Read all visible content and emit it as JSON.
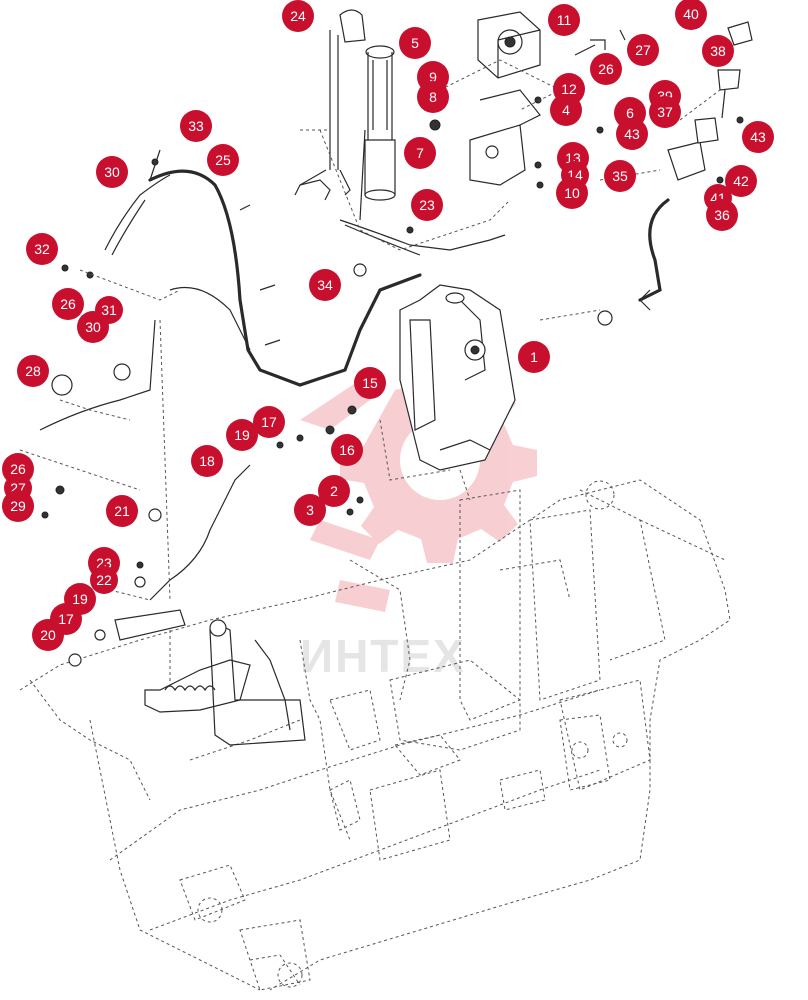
{
  "diagram": {
    "watermark_text": "ИНТЕХ",
    "accent_color": "#c8102e",
    "callouts": [
      {
        "label": "24"
      },
      {
        "label": "5"
      },
      {
        "label": "11"
      },
      {
        "label": "27"
      },
      {
        "label": "40"
      },
      {
        "label": "9"
      },
      {
        "label": "8"
      },
      {
        "label": "26"
      },
      {
        "label": "38"
      },
      {
        "label": "12"
      },
      {
        "label": "4"
      },
      {
        "label": "6"
      },
      {
        "label": "39"
      },
      {
        "label": "37"
      },
      {
        "label": "43"
      },
      {
        "label": "43"
      },
      {
        "label": "33"
      },
      {
        "label": "30"
      },
      {
        "label": "25"
      },
      {
        "label": "7"
      },
      {
        "label": "13"
      },
      {
        "label": "14"
      },
      {
        "label": "35"
      },
      {
        "label": "42"
      },
      {
        "label": "10"
      },
      {
        "label": "41"
      },
      {
        "label": "36"
      },
      {
        "label": "23"
      },
      {
        "label": "32"
      },
      {
        "label": "34"
      },
      {
        "label": "26"
      },
      {
        "label": "31"
      },
      {
        "label": "30"
      },
      {
        "label": "1"
      },
      {
        "label": "28"
      },
      {
        "label": "15"
      },
      {
        "label": "17"
      },
      {
        "label": "19"
      },
      {
        "label": "16"
      },
      {
        "label": "18"
      },
      {
        "label": "26"
      },
      {
        "label": "27"
      },
      {
        "label": "29"
      },
      {
        "label": "2"
      },
      {
        "label": "3"
      },
      {
        "label": "21"
      },
      {
        "label": "23"
      },
      {
        "label": "22"
      },
      {
        "label": "19"
      },
      {
        "label": "17"
      },
      {
        "label": "20"
      }
    ]
  }
}
